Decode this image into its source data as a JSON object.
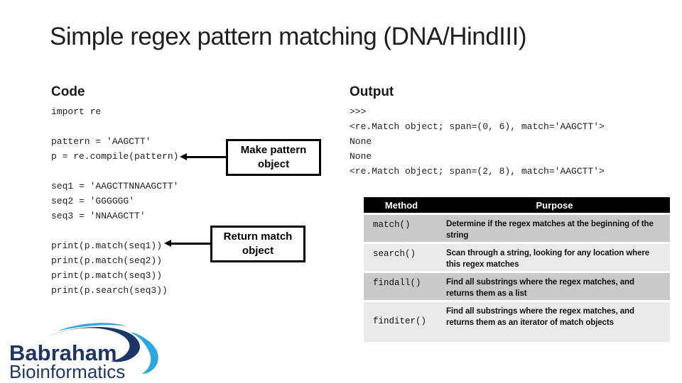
{
  "slide": {
    "title": "Simple regex pattern matching (DNA/HindIII)"
  },
  "code_section": {
    "heading": "Code",
    "lines": [
      "import re",
      "",
      "pattern = 'AAGCTT'",
      "p = re.compile(pattern)",
      "",
      "seq1 = 'AAGCTTNNAAGCTT'",
      "seq2 = 'GGGGGG'",
      "seq3 = 'NNAAGCTT'",
      "",
      "print(p.match(seq1))",
      "print(p.match(seq2))",
      "print(p.match(seq3))",
      "print(p.search(seq3))"
    ]
  },
  "output_section": {
    "heading": "Output",
    "lines": [
      ">>>",
      "<re.Match object; span=(0, 6), match='AAGCTT'>",
      "None",
      "None",
      "<re.Match object; span=(2, 8), match='AAGCTT'>"
    ]
  },
  "callouts": {
    "make_pattern": "Make pattern object",
    "return_match": "Return match object"
  },
  "methods_table": {
    "headers": [
      "Method",
      "Purpose"
    ],
    "rows": [
      {
        "method": "match()",
        "purpose": "Determine if the regex matches at the beginning of the string"
      },
      {
        "method": "search()",
        "purpose": "Scan through a string, looking for any location where this regex matches"
      },
      {
        "method": "findall()",
        "purpose": "Find all substrings where the regex matches, and returns them as a list"
      },
      {
        "method": "finditer()",
        "purpose": "Find all substrings where the regex matches, and returns them as an iterator of match objects"
      }
    ]
  },
  "logo": {
    "line1": "Babraham",
    "line2": "Bioinformatics"
  },
  "colors": {
    "logo_navy": "#1c3667",
    "logo_light_blue": "#2ba8e0",
    "table_header_bg": "#000000",
    "table_band_dark": "#c9c9c9",
    "table_band_light": "#eaeaea",
    "text": "#1f1f1f"
  }
}
